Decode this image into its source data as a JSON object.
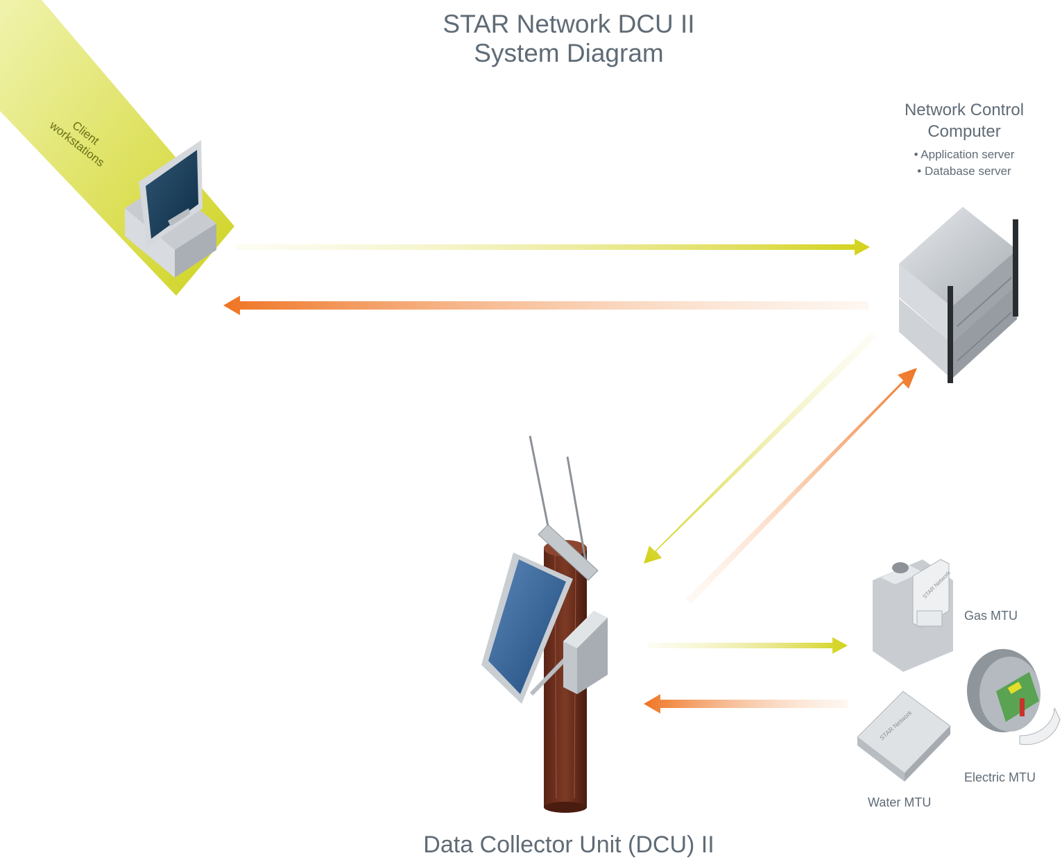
{
  "title": {
    "line1": "STAR Network DCU II",
    "line2": "System Diagram"
  },
  "nodes": {
    "workstations": {
      "label_line1": "Client",
      "label_line2": "workstations"
    },
    "ncc": {
      "title_line1": "Network Control",
      "title_line2": "Computer",
      "bullets": [
        "• Application server",
        "• Database server"
      ]
    },
    "dcu": {
      "label": "Data Collector Unit (DCU) II"
    },
    "gas_mtu": {
      "label": "Gas MTU",
      "device_text": "STAR Network"
    },
    "electric_mtu": {
      "label": "Electric MTU"
    },
    "water_mtu": {
      "label": "Water MTU",
      "device_text": "STAR Network"
    }
  },
  "colors": {
    "forward": "#d4d21a",
    "return": "#f07a28",
    "band": "#d9de2d",
    "text": "#5f6b76"
  }
}
